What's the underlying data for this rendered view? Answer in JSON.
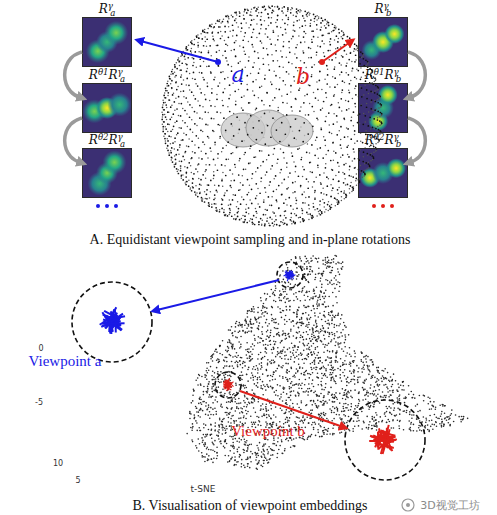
{
  "diagram": {
    "nodes": [
      {
        "text": [
          "Rγa"
        ]
      },
      {
        "text": [
          "Rθ1Rγa"
        ]
      },
      {
        "text": [
          "Rθ2Rγa"
        ]
      },
      {
        "text": [
          "Rγb"
        ]
      },
      {
        "text": [
          "Rθ1Rγb"
        ]
      },
      {
        "text": [
          "Rθ2Rγb"
        ]
      }
    ],
    "edges": [
      {
        "from": 0,
        "to": 1,
        "arrow": "to"
      },
      {
        "from": 1,
        "to": 2,
        "arrow": "to"
      },
      {
        "from": 3,
        "to": 4,
        "arrow": "to"
      },
      {
        "from": 4,
        "to": 5,
        "arrow": "to"
      }
    ],
    "labels": [
      "a",
      "b",
      "A. Equidistant viewpoint sampling and in-plane rotations",
      "Viewpoint a",
      "Viewpoint b",
      "0",
      "-5",
      "10",
      "5",
      "t-SNE",
      "B. Visualisation of viewpoint embeddings",
      "3D视觉工坊"
    ]
  }
}
